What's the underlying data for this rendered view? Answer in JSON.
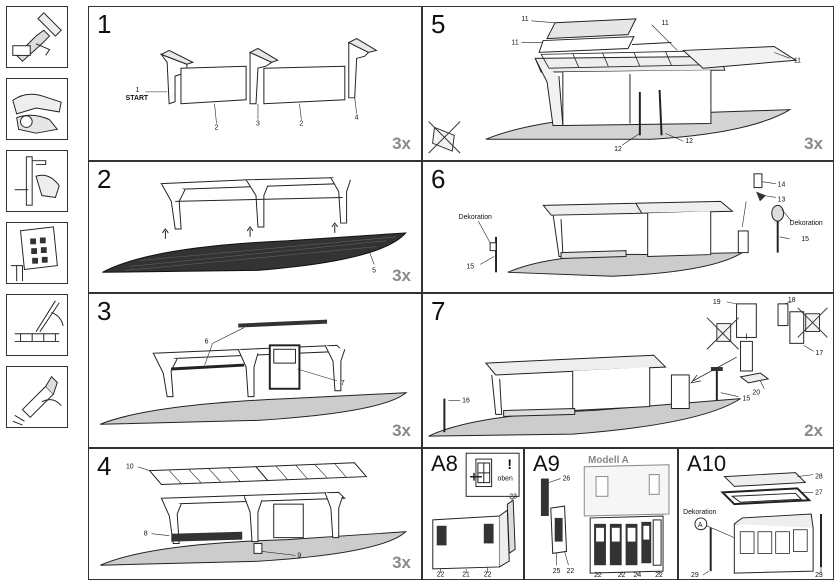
{
  "steps": {
    "s1": {
      "number": "1",
      "multiplier": "3x",
      "labels": {
        "start_num": "1",
        "start": "START",
        "part_2a": "2",
        "part_3": "3",
        "part_2b": "2",
        "part_4": "4"
      }
    },
    "s2": {
      "number": "2",
      "multiplier": "3x",
      "labels": {
        "part_5": "5"
      }
    },
    "s3": {
      "number": "3",
      "multiplier": "3x",
      "labels": {
        "part_6": "6",
        "part_7": "7"
      }
    },
    "s4": {
      "number": "4",
      "multiplier": "3x",
      "labels": {
        "part_10": "10",
        "part_8": "8",
        "part_9": "9"
      }
    },
    "s5": {
      "number": "5",
      "multiplier": "3x",
      "labels": {
        "p11a": "11",
        "p11b": "11",
        "p11c": "11",
        "p11d": "11",
        "p12a": "12",
        "p12b": "12"
      }
    },
    "s6": {
      "number": "6",
      "labels": {
        "deko_left": "Dekoration",
        "p15a": "15",
        "p14": "14",
        "p13": "13",
        "deko_right": "Dekoration",
        "p15b": "15"
      }
    },
    "s7": {
      "number": "7",
      "multiplier": "2x",
      "labels": {
        "p19": "19",
        "p18": "18",
        "p17": "17",
        "p20": "20",
        "p15": "15",
        "p16": "16"
      }
    },
    "a8": {
      "number": "A8",
      "note": "oben",
      "exclaim": "!",
      "labels": {
        "p23": "23",
        "p22a": "22",
        "p21": "21",
        "p22b": "22"
      }
    },
    "a9": {
      "number": "A9",
      "model": "Modell A",
      "labels": {
        "p26": "26",
        "p25": "25",
        "p22a": "22",
        "p22b": "22",
        "p22c": "22",
        "p24": "24",
        "p22d": "22"
      }
    },
    "a10": {
      "number": "A10",
      "labels": {
        "p28": "28",
        "p27": "27",
        "deko": "Dekoration",
        "marker": "A",
        "p29a": "29",
        "p29b": "29"
      }
    }
  },
  "tools": [
    "cutting-tool-icon",
    "sanding-hands-icon",
    "clamp-icon",
    "decal-sheet-icon",
    "tweezers-icon",
    "glue-bottle-icon"
  ]
}
